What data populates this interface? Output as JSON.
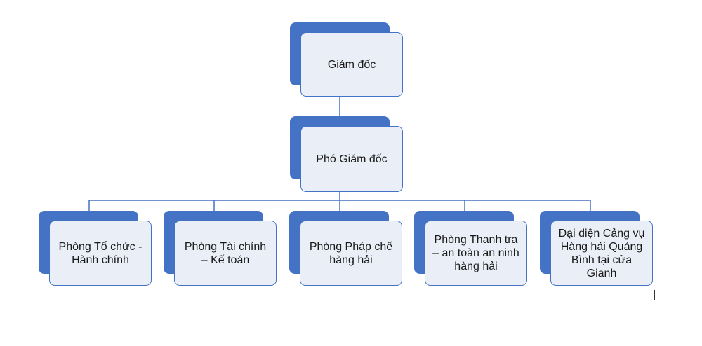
{
  "diagram": {
    "type": "org-chart",
    "colors": {
      "accent": "#4472c4",
      "box_fill": "#eaeef6",
      "line": "#4472c4",
      "text": "#1a1a1a"
    },
    "root": {
      "label": "Giám đốc"
    },
    "deputy": {
      "label": "Phó Giám đốc"
    },
    "departments": [
      {
        "label": "Phòng Tổ chức - Hành chính"
      },
      {
        "label": "Phòng Tài chính – Kế toán"
      },
      {
        "label": "Phòng Pháp chế hàng hải"
      },
      {
        "label": "Phòng Thanh tra – an toàn an ninh hàng hải"
      },
      {
        "label": "Đại diện Cảng vụ Hàng hải Quảng Bình tại cửa Gianh"
      }
    ]
  }
}
